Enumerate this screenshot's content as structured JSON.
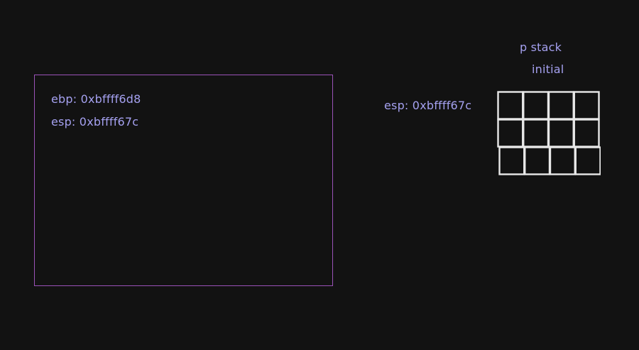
{
  "colors": {
    "background": "#121212",
    "text": "#a5a1f0",
    "box_stroke": "#9b52b8",
    "grid_stroke": "#e8e8e8"
  },
  "registers_box": {
    "ebp_text": "ebp: 0xbffff6d8",
    "esp_text": "esp: 0xbffff67c"
  },
  "stack_panel": {
    "title": "p stack",
    "subtitle": "initial",
    "esp_pointer_text": "esp: 0xbffff67c",
    "grid": {
      "rows": 3,
      "cols": 4
    }
  }
}
